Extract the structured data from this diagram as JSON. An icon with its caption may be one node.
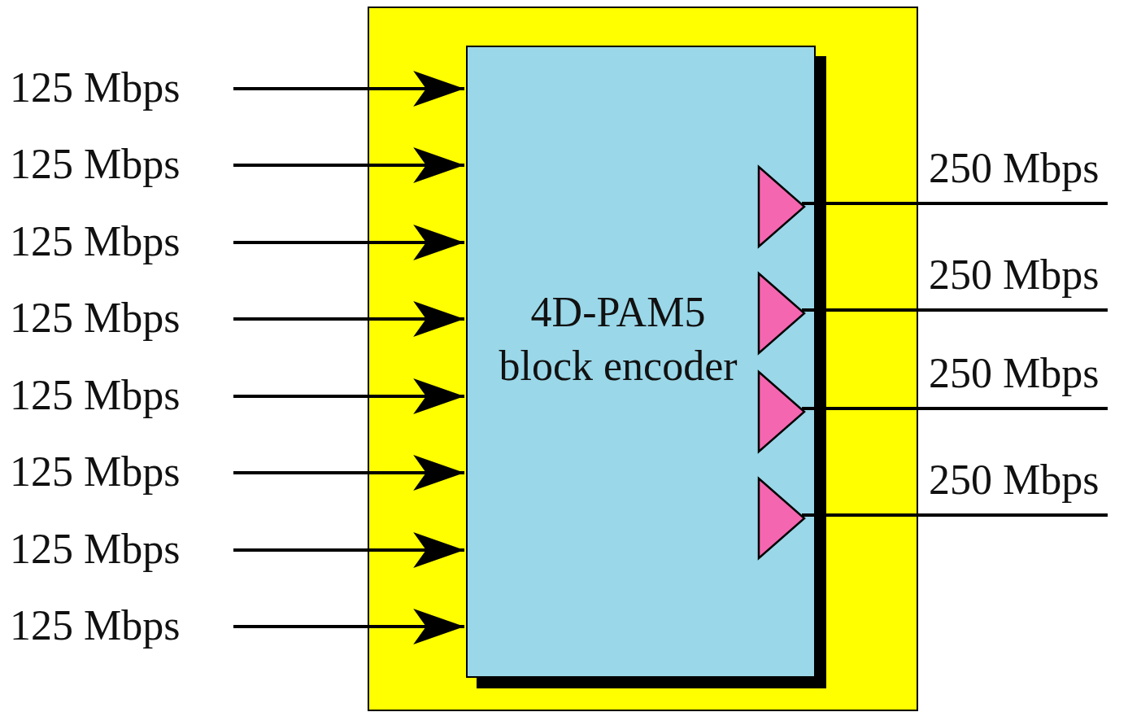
{
  "diagram": {
    "nodes": [
      {
        "text": [
          "125 Mbps"
        ]
      },
      {
        "text": [
          "125 Mbps"
        ]
      },
      {
        "text": [
          "125 Mbps"
        ]
      },
      {
        "text": [
          "125 Mbps"
        ]
      },
      {
        "text": [
          "125 Mbps"
        ]
      },
      {
        "text": [
          "125 Mbps"
        ]
      },
      {
        "text": [
          "125 Mbps"
        ]
      },
      {
        "text": [
          "125 Mbps"
        ]
      },
      {
        "text": [],
        "shape": "box"
      },
      {
        "text": [
          "4D-PAM5 block encoder"
        ],
        "in": 8
      },
      {
        "text": [],
        "shape": "triangle",
        "in": 9
      },
      {
        "text": [],
        "shape": "triangle",
        "in": 9
      },
      {
        "text": [],
        "shape": "triangle",
        "in": 9
      },
      {
        "text": [],
        "shape": "triangle",
        "in": 9
      }
    ],
    "edges": [
      {
        "from": 0,
        "to": 9,
        "arrow": "to"
      },
      {
        "from": 1,
        "to": 9,
        "arrow": "to"
      },
      {
        "from": 2,
        "to": 9,
        "arrow": "to"
      },
      {
        "from": 3,
        "to": 9,
        "arrow": "to"
      },
      {
        "from": 4,
        "to": 9,
        "arrow": "to"
      },
      {
        "from": 5,
        "to": 9,
        "arrow": "to"
      },
      {
        "from": 6,
        "to": 9,
        "arrow": "to"
      },
      {
        "from": 7,
        "to": 9,
        "arrow": "to"
      },
      {
        "from": 10,
        "to": null,
        "arrow": "none",
        "label": "250 Mbps"
      },
      {
        "from": 11,
        "to": null,
        "arrow": "none",
        "label": "250 Mbps"
      },
      {
        "from": 12,
        "to": null,
        "arrow": "none",
        "label": "250 Mbps"
      },
      {
        "from": 13,
        "to": null,
        "arrow": "none",
        "label": "250 Mbps"
      }
    ]
  }
}
